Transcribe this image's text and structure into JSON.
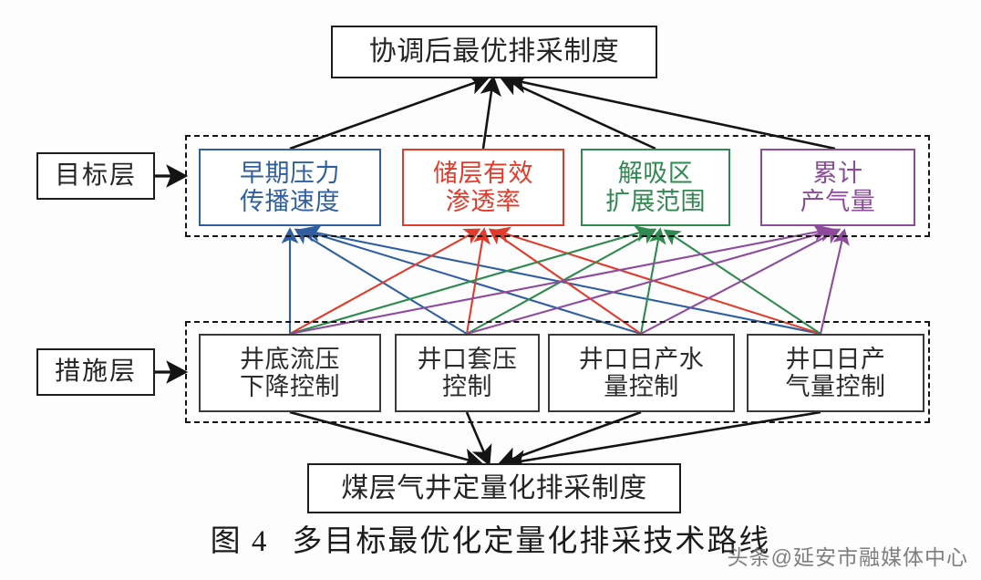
{
  "figure": {
    "caption_number": "图 4",
    "caption_text": "多目标最优化定量化排采技术路线",
    "watermark": "头条@延安市融媒体中心"
  },
  "root": {
    "label": "协调后最优排采制度"
  },
  "bottom": {
    "label": "煤层气井定量化排采制度"
  },
  "layers": {
    "target_tag": "目标层",
    "measure_tag": "措施层"
  },
  "target_layer": {
    "nodes": [
      {
        "label": "早期压力\n传播速度",
        "line1": "早期压力",
        "line2": "传播速度",
        "color": "#2f5fa0"
      },
      {
        "label": "储层有效\n渗透率",
        "line1": "储层有效",
        "line2": "渗透率",
        "color": "#e23b2c"
      },
      {
        "label": "解吸区\n扩展范围",
        "line1": "解吸区",
        "line2": "扩展范围",
        "color": "#2f8a4f"
      },
      {
        "label": "累计\n产气量",
        "line1": "累计",
        "line2": "产气量",
        "color": "#8e4b9e"
      }
    ]
  },
  "measure_layer": {
    "nodes": [
      {
        "line1": "井底流压",
        "line2": "下降控制"
      },
      {
        "line1": "井口套压",
        "line2": "控制"
      },
      {
        "line1": "井口日产水",
        "line2": "量控制"
      },
      {
        "line1": "井口日产",
        "line2": "气量控制"
      }
    ]
  },
  "colors": {
    "black": "#141414",
    "blue": "#2f5fa0",
    "red": "#e23b2c",
    "green": "#2f8a4f",
    "purple": "#8e4b9e"
  }
}
